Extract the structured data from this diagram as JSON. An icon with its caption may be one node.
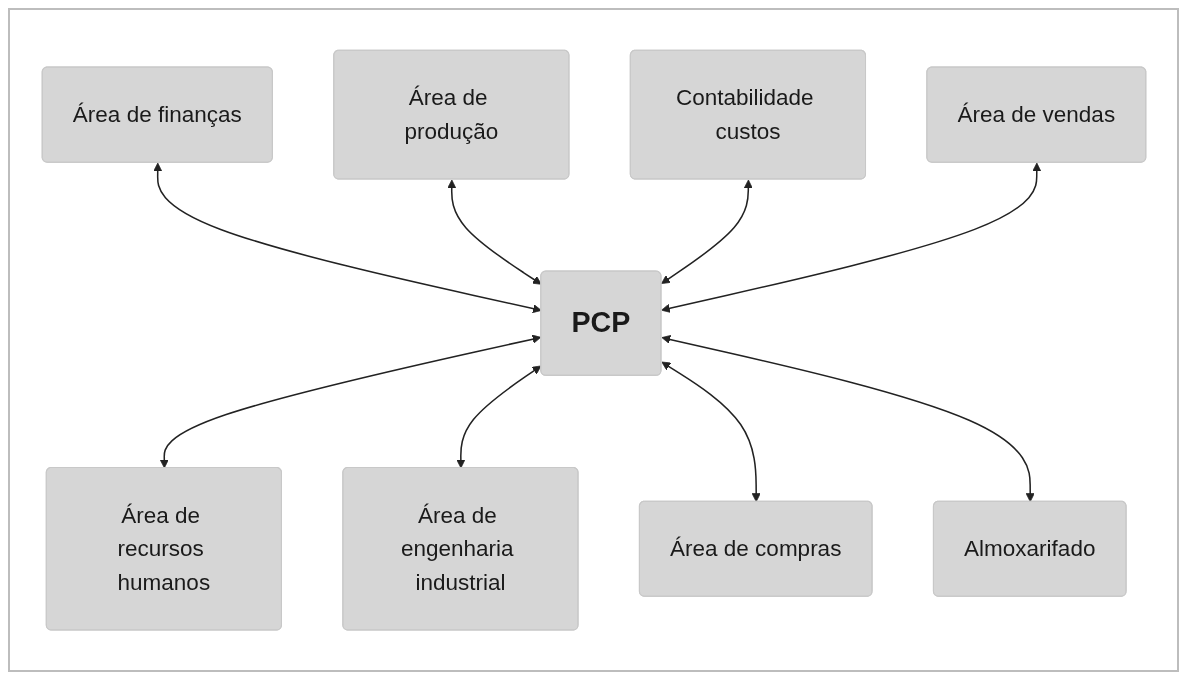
{
  "diagram": {
    "nodes": [
      {
        "text": [
          "Área de finanças"
        ]
      },
      {
        "text": [
          "Área de produção"
        ]
      },
      {
        "text": [
          "Contabilidade custos"
        ]
      },
      {
        "text": [
          "Área de vendas"
        ]
      },
      {
        "text": [
          "PCP"
        ]
      },
      {
        "text": [
          "Área de recursos humanos"
        ]
      },
      {
        "text": [
          "Área de engenharia industrial"
        ]
      },
      {
        "text": [
          "Área de compras"
        ]
      },
      {
        "text": [
          "Almoxarifado"
        ]
      }
    ],
    "edges": [
      {
        "from": 0,
        "to": 4,
        "arrow": "both"
      },
      {
        "from": 1,
        "to": 4,
        "arrow": "both"
      },
      {
        "from": 2,
        "to": 4,
        "arrow": "both"
      },
      {
        "from": 3,
        "to": 4,
        "arrow": "both"
      },
      {
        "from": 4,
        "to": 5,
        "arrow": "both"
      },
      {
        "from": 4,
        "to": 6,
        "arrow": "both"
      },
      {
        "from": 4,
        "to": 7,
        "arrow": "both"
      },
      {
        "from": 4,
        "to": 8,
        "arrow": "both"
      }
    ]
  }
}
